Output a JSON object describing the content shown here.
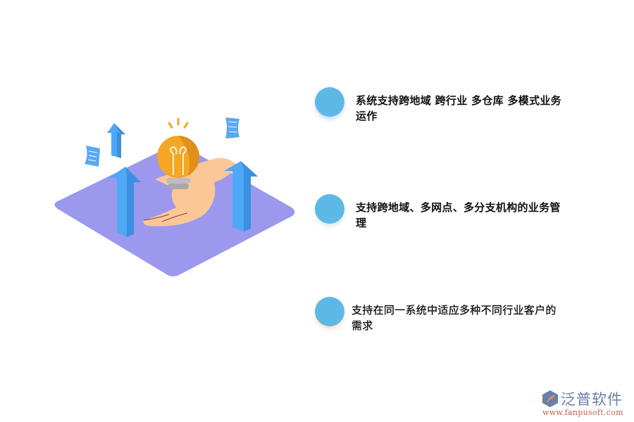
{
  "illustration": {
    "description": "isometric purple platform with hand holding light bulb and blue upward arrows",
    "colors": {
      "platform": "#9b98ee",
      "arrow": "#4fa8f5",
      "bulb": "#f5a623",
      "hand": "#fcc796",
      "paper": "#5aa8f2"
    }
  },
  "features": [
    {
      "text": "系统支持跨地域 跨行业 多仓库 多模式业务运作"
    },
    {
      "text": "支持跨地域、多网点、多分支机构的业务管理"
    },
    {
      "text": "支持在同一系统中适应多种不同行业客户的需求"
    }
  ],
  "colors": {
    "dot": "#5db8e6",
    "text": "#111111"
  },
  "logo": {
    "name": "泛普软件",
    "url": "www.fanpusoft.com"
  }
}
